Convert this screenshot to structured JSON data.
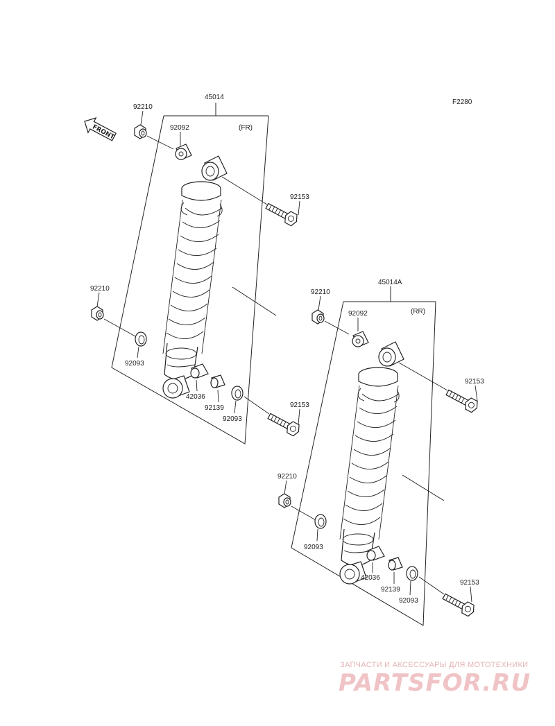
{
  "diagram_code": "F2280",
  "front_indicator": "FRONT",
  "assemblies": [
    {
      "part_number": "45014",
      "position": "(FR)",
      "callouts": {
        "top_nut": "92210",
        "top_collar": "92092",
        "top_bolt": "92153",
        "bottom_nut": "92210",
        "seal_left": "92093",
        "sleeve": "42036",
        "bushing": "92139",
        "seal_right": "92093",
        "bottom_bolt": "92153"
      }
    },
    {
      "part_number": "45014A",
      "position": "(RR)",
      "callouts": {
        "top_nut": "92210",
        "top_collar": "92092",
        "top_bolt": "92153",
        "bottom_nut": "92210",
        "seal_left": "92093",
        "sleeve": "42036",
        "bushing": "92139",
        "seal_right": "92093",
        "bottom_bolt": "92153"
      }
    }
  ],
  "watermark": {
    "tagline": "ЗАПЧАСТИ И АКСЕССУАРЫ ДЛЯ МОТОТЕХНИКИ",
    "brand": "PARTSFOR.RU"
  }
}
